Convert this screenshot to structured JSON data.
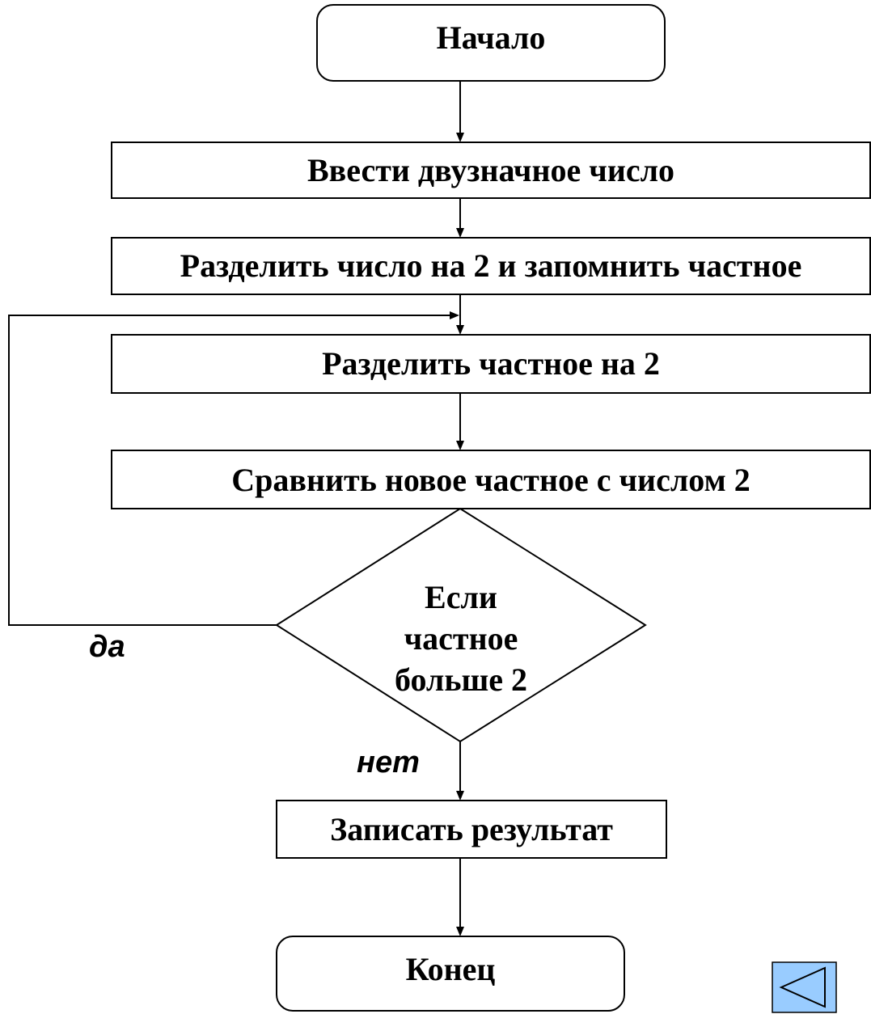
{
  "flowchart": {
    "start": "Начало",
    "input": "Ввести двузначное число",
    "divide_number": "Разделить число на 2 и запомнить частное",
    "divide_quotient": "Разделить частное на 2",
    "compare": "Сравнить новое частное с числом 2",
    "decision": {
      "line1": "Если",
      "line2": "частное",
      "line3": "больше 2"
    },
    "yes_label": "да",
    "no_label": "нет",
    "record": "Записать результат",
    "end": "Конец"
  },
  "nav": {
    "back_icon": "triangle-left-icon",
    "button_color": "#99ccff"
  }
}
